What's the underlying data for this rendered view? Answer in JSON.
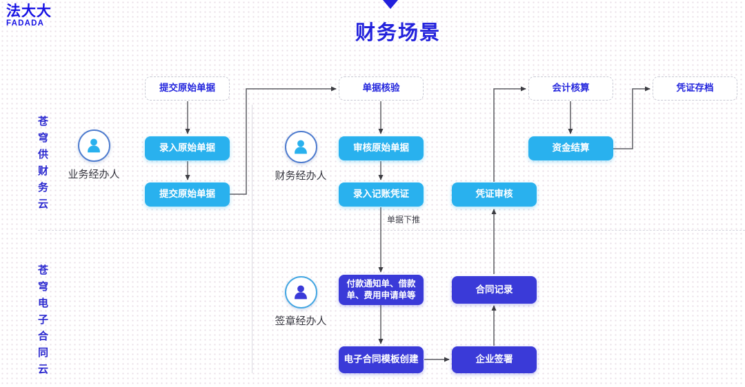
{
  "brand": {
    "logo_cn": "法大大",
    "logo_en": "FADADA"
  },
  "title": "财务场景",
  "lanes": [
    {
      "label": "苍穹供财务云"
    },
    {
      "label": "苍穹电子合同云"
    }
  ],
  "actors": [
    {
      "label": "业务经办人"
    },
    {
      "label": "财务经办人"
    },
    {
      "label": "签章经办人"
    }
  ],
  "nodes": [
    {
      "id": "submit-original-doc-entry",
      "label": "提交原始单据"
    },
    {
      "id": "doc-verify",
      "label": "单据核验"
    },
    {
      "id": "accounting-calc",
      "label": "会计核算"
    },
    {
      "id": "voucher-archive",
      "label": "凭证存档"
    },
    {
      "id": "enter-original-doc",
      "label": "录入原始单据"
    },
    {
      "id": "submit-original-doc",
      "label": "提交原始单据"
    },
    {
      "id": "review-original-doc",
      "label": "审核原始单据"
    },
    {
      "id": "enter-bookkeeping-voucher",
      "label": "录入记账凭证"
    },
    {
      "id": "fund-settlement",
      "label": "资金结算"
    },
    {
      "id": "voucher-review",
      "label": "凭证审核"
    },
    {
      "id": "payment-notice-docs",
      "label": "付款通知单、借款单、费用申请单等"
    },
    {
      "id": "contract-record",
      "label": "合同记录"
    },
    {
      "id": "econtract-template-create",
      "label": "电子合同模板创建"
    },
    {
      "id": "enterprise-sign",
      "label": "企业签署"
    }
  ],
  "edge_labels": {
    "doc_pushdown": "单据下推"
  },
  "colors": {
    "brand_blue": "#2322dc",
    "cyan": "#29b1ee",
    "navy": "#3a3ad8",
    "line_gray": "#5a5a60"
  }
}
